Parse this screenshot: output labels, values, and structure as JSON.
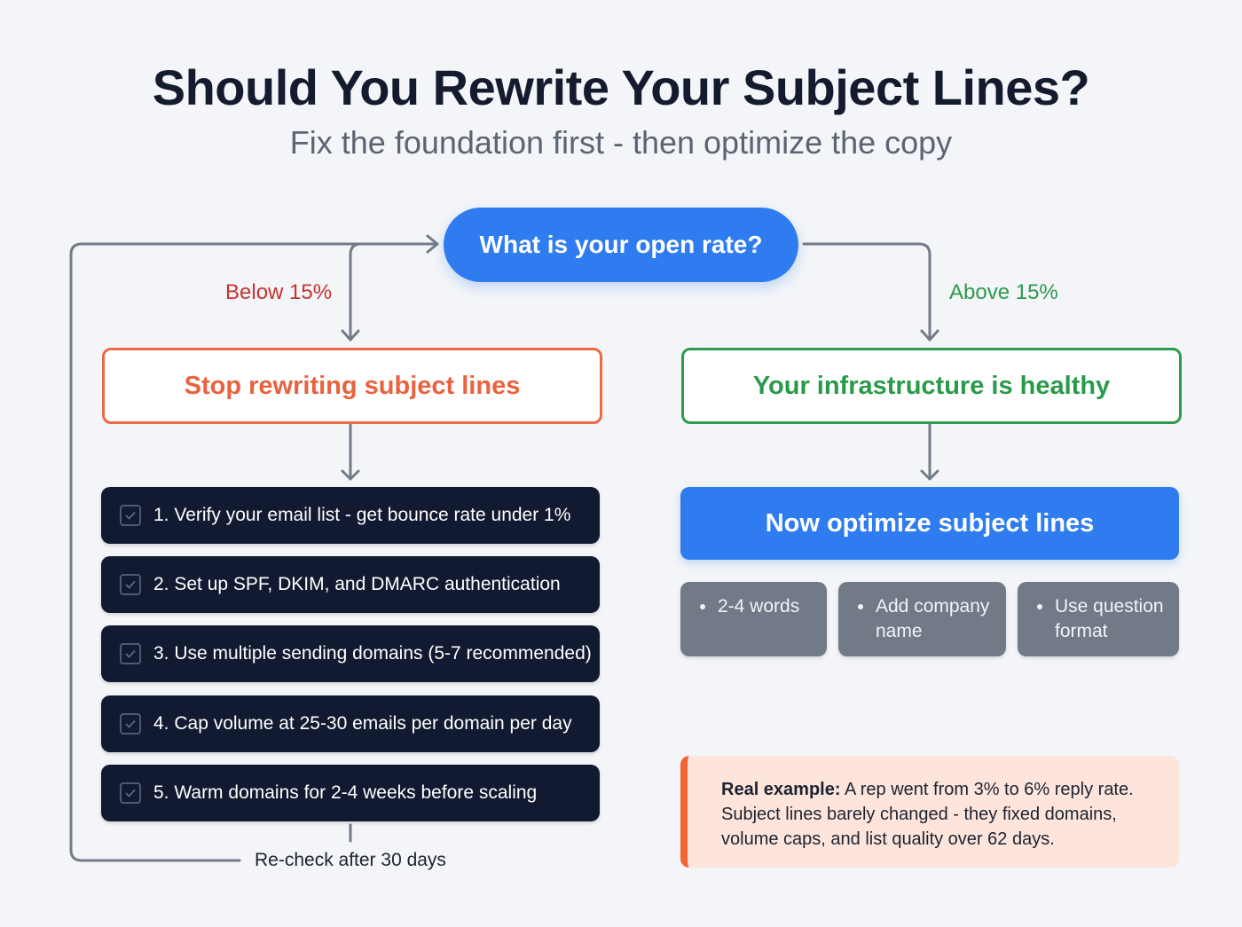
{
  "header": {
    "title": "Should You Rewrite Your Subject Lines?",
    "subtitle": "Fix the foundation first - then optimize the copy"
  },
  "decision": {
    "question": "What is your open rate?",
    "below_label": "Below 15%",
    "above_label": "Above 15%"
  },
  "left_branch": {
    "outcome": "Stop rewriting subject lines",
    "steps": [
      "1. Verify your email list - get bounce rate under 1%",
      "2. Set up SPF, DKIM, and DMARC authentication",
      "3. Use multiple sending domains (5-7 recommended)",
      "4. Cap volume at 25-30 emails per domain per day",
      "5. Warm domains for 2-4 weeks before scaling"
    ],
    "loop_label": "Re-check after 30 days"
  },
  "right_branch": {
    "outcome": "Your infrastructure is healthy",
    "action": "Now optimize subject lines",
    "tips": [
      "2-4 words",
      "Add company name",
      "Use question format"
    ]
  },
  "example": {
    "label": "Real example:",
    "text": " A rep went from 3% to 6% reply rate. Subject lines barely changed - they fixed domains, volume caps, and list quality over 62 days."
  },
  "colors": {
    "primary_blue": "#2f7cf0",
    "warning_orange": "#ea6a45",
    "below_red": "#c8322f",
    "success_green": "#2e9b50",
    "step_navy": "#111a30",
    "tip_gray": "#727a88",
    "example_bg": "#fde5dc"
  }
}
